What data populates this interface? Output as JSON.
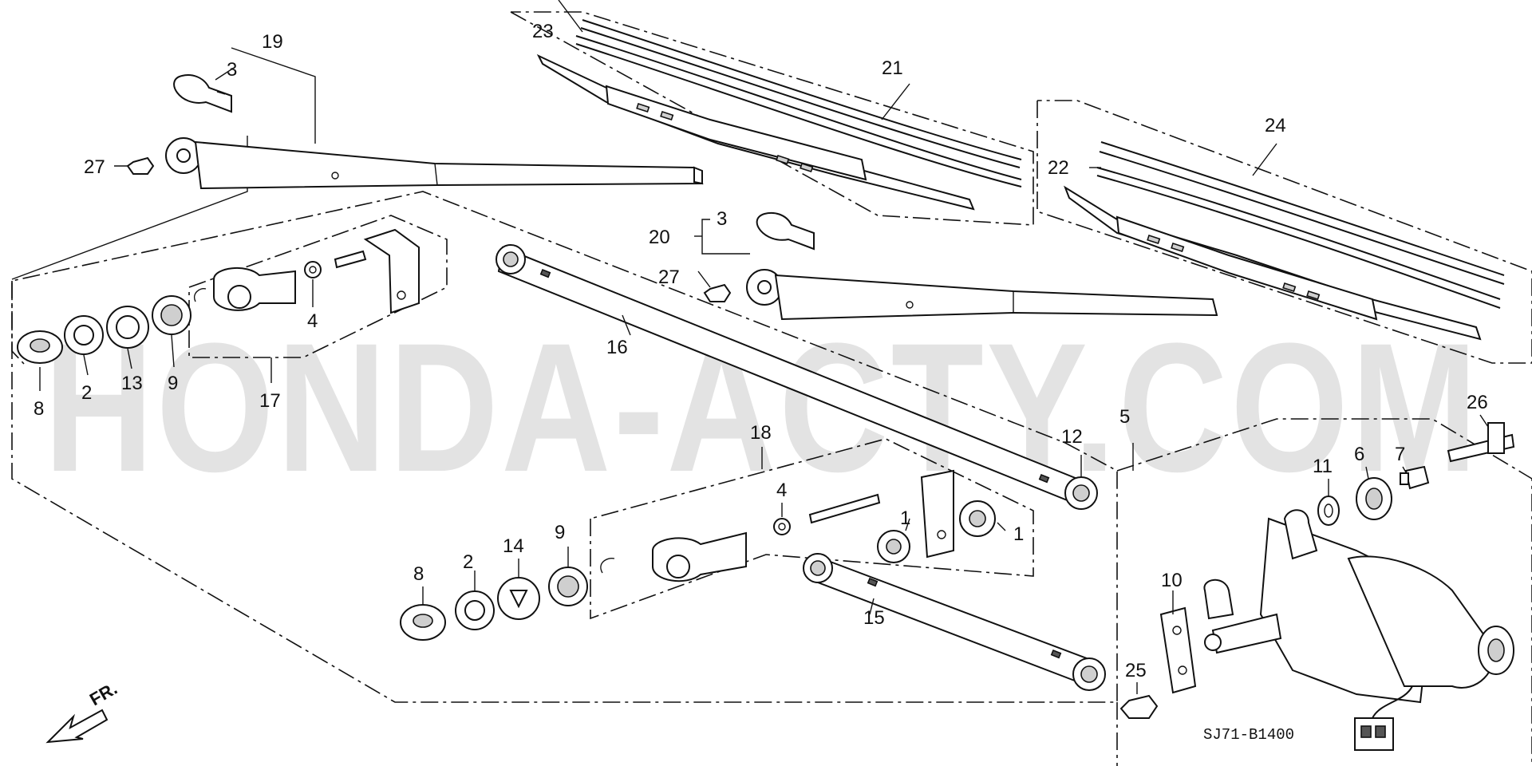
{
  "watermark": "HONDA-ACTY.COM",
  "diagram_code": "SJ71-B1400",
  "direction_label": "FR.",
  "callouts": {
    "c1a": "1",
    "c1b": "1",
    "c2a": "2",
    "c2b": "2",
    "c3a": "3",
    "c3b": "3",
    "c4a": "4",
    "c4b": "4",
    "c5": "5",
    "c6": "6",
    "c7": "7",
    "c8a": "8",
    "c8b": "8",
    "c9a": "9",
    "c9b": "9",
    "c10": "10",
    "c11": "11",
    "c12": "12",
    "c13": "13",
    "c14": "14",
    "c15": "15",
    "c16": "16",
    "c17": "17",
    "c18": "18",
    "c19": "19",
    "c20": "20",
    "c21": "21",
    "c22": "22",
    "c23": "23",
    "c24": "24",
    "c25": "25",
    "c26": "26",
    "c27a": "27",
    "c27b": "27"
  }
}
